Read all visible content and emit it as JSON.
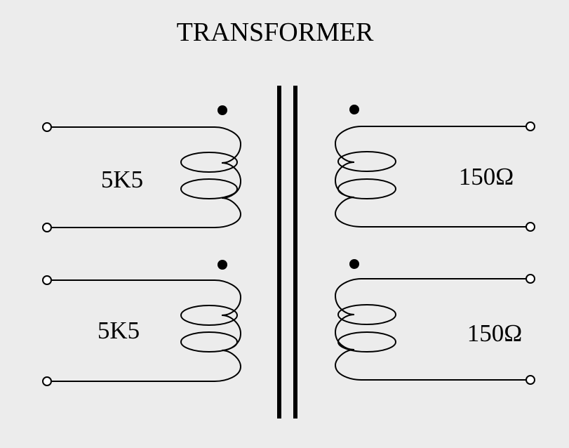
{
  "title": "TRANSFORMER",
  "windings": {
    "primary_upper": {
      "label": "5K5"
    },
    "primary_lower": {
      "label": "5K5"
    },
    "secondary_upper": {
      "label": "150Ω"
    },
    "secondary_lower": {
      "label": "150Ω"
    }
  },
  "colors": {
    "background": "#ececec",
    "ink": "#000000",
    "terminal_fill": "#ffffff"
  }
}
